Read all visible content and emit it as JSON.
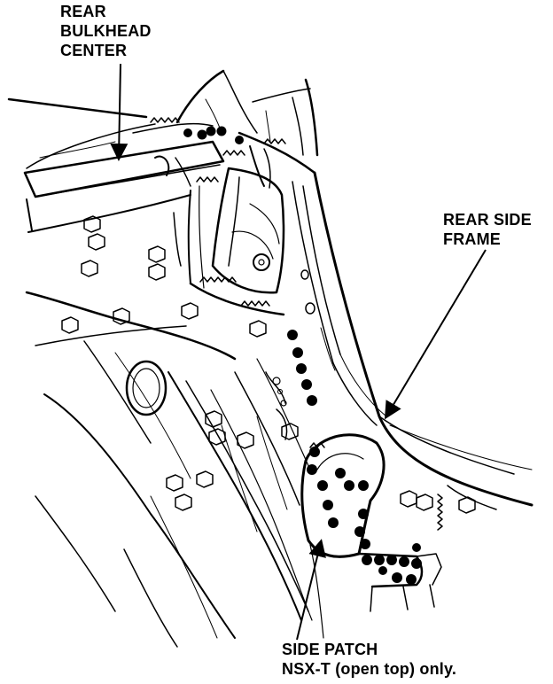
{
  "labels": {
    "rear_bulkhead_center": [
      "REAR",
      "BULKHEAD",
      "CENTER"
    ],
    "rear_side_frame": [
      "REAR SIDE",
      "FRAME"
    ],
    "side_patch": [
      "SIDE PATCH",
      "NSX-T (open top) only."
    ]
  },
  "colors": {
    "ink": "#000000",
    "paper": "#ffffff"
  }
}
